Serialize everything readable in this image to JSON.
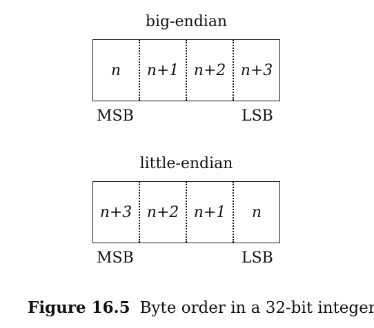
{
  "big_endian": {
    "title": "big-endian",
    "bytes": [
      "n",
      "n+1",
      "n+2",
      "n+3"
    ],
    "left_label": "MSB",
    "right_label": "LSB"
  },
  "little_endian": {
    "title": "little-endian",
    "bytes": [
      "n+3",
      "n+2",
      "n+1",
      "n"
    ],
    "left_label": "MSB",
    "right_label": "LSB"
  },
  "caption": {
    "number": "Figure 16.5",
    "text": "Byte order in a 32-bit integer"
  }
}
